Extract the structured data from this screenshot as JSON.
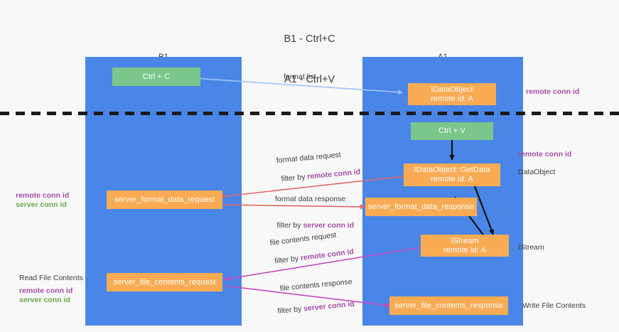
{
  "title": {
    "line1": "B1 - Ctrl+C",
    "line2": "A1 - Ctrl+V"
  },
  "columns": [
    {
      "name": "B1",
      "role": "connection"
    },
    {
      "name": "A1",
      "role": "remote"
    }
  ],
  "colors": {
    "lane": "#4a86e8",
    "green_box": "#7ac68b",
    "orange_box": "#f9ab53",
    "remote_conn_id": "#a64ca6",
    "server_conn_id": "#6aa84f",
    "arrow_format_list": "#9fc5f8",
    "arrow_getdata": "#000000",
    "arrow_format_data": "#e06666",
    "arrow_file_contents": "#c24bc2",
    "divider": "#1a1a1a"
  },
  "boxes": {
    "ctrl_c": {
      "label": "Ctrl + C",
      "kind": "green"
    },
    "idataobject": {
      "line1": "IDataObject",
      "line2": "remote id: A",
      "kind": "orange"
    },
    "ctrl_v": {
      "label": "Ctrl + V",
      "kind": "green"
    },
    "getdata": {
      "line1": "IDataObject::GetData",
      "line2": "remote id: A",
      "kind": "orange"
    },
    "server_format_data_request": {
      "label": "server_format_data_request",
      "kind": "orange"
    },
    "server_format_data_response": {
      "label": "server_format_data_response",
      "kind": "orange"
    },
    "istream": {
      "line1": "IStream",
      "line2": "remote id: A",
      "kind": "orange"
    },
    "server_file_contents_request": {
      "label": "server_file_contents_request",
      "kind": "orange"
    },
    "server_file_contents_response": {
      "label": "server_file_contents_response",
      "kind": "orange"
    }
  },
  "arrow_labels": {
    "format_list": "format list",
    "format_data_request": "format data request",
    "format_data_request_filter_prefix": "filter by ",
    "format_data_request_filter_key": "remote conn id",
    "format_data_response": "format data response",
    "format_data_response_filter_prefix": "filter by ",
    "format_data_response_filter_key": "server conn id",
    "file_contents_request": "file contents request",
    "file_contents_request_filter_prefix": "filter by ",
    "file_contents_request_filter_key": "remote conn id",
    "file_contents_response": "file contents response",
    "file_contents_response_filter_prefix": "filter by ",
    "file_contents_response_filter_key": "server conn id"
  },
  "side_labels": {
    "right_remote_conn_id_top": "remote conn id",
    "right_remote_conn_id_mid": "remote conn id",
    "right_dataobject": "DataObject",
    "right_istream": "IStream",
    "right_write_file_contents": "Write File Contents",
    "left_remote_conn_id": "remote conn id",
    "left_server_conn_id": "server conn id",
    "left_read_file_contents": "Read File Contents",
    "left_remote_conn_id_2": "remote conn id",
    "left_server_conn_id_2": "server conn id"
  }
}
